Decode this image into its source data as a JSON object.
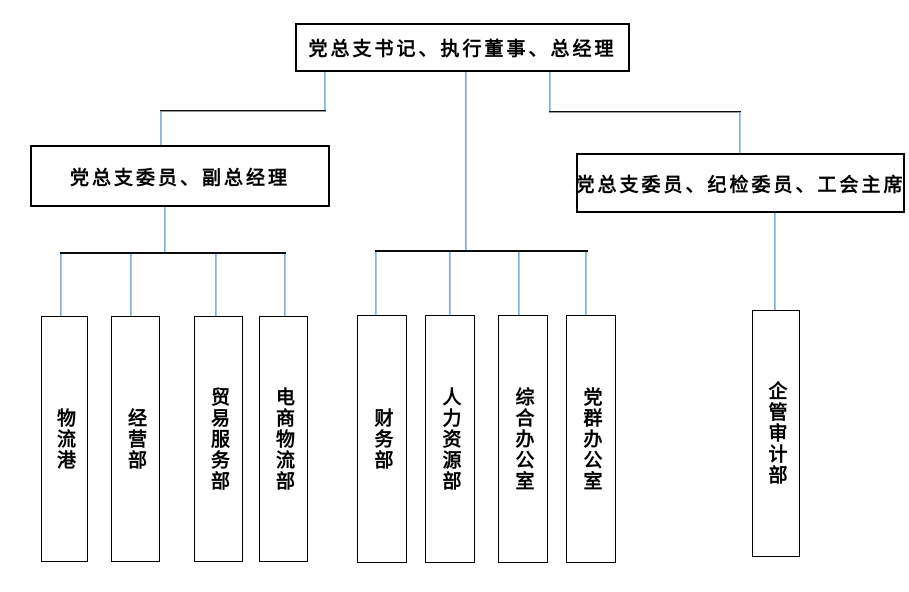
{
  "diagram": {
    "type": "org-chart",
    "root": {
      "label": "党总支书记、执行董事、总经理"
    },
    "level2": [
      {
        "id": "deputy",
        "label": "党总支委员、副总经理"
      },
      {
        "id": "discipline-union",
        "label": "党总支委员、纪检委员、工会主席"
      }
    ],
    "departments": [
      {
        "label": "物流港",
        "parent": "deputy"
      },
      {
        "label": "经营部",
        "parent": "deputy"
      },
      {
        "label": "贸易服务部",
        "parent": "deputy"
      },
      {
        "label": "电商物流部",
        "parent": "deputy"
      },
      {
        "label": "财务部",
        "parent": "root"
      },
      {
        "label": "人力资源部",
        "parent": "root"
      },
      {
        "label": "综合办公室",
        "parent": "root"
      },
      {
        "label": "党群办公室",
        "parent": "root"
      },
      {
        "label": "企管审计部",
        "parent": "discipline-union"
      }
    ],
    "colors": {
      "connector_blue": "#9DC3E6",
      "connector_dark": "#0D0D0D",
      "box_border": "#000000",
      "text": "#000000",
      "background": "#FFFFFF"
    }
  }
}
